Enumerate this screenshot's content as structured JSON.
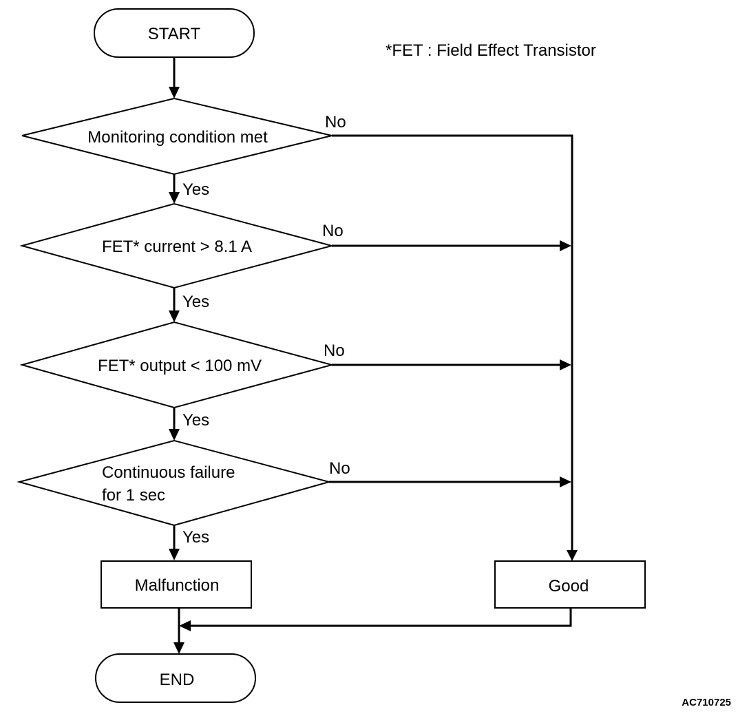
{
  "note": "*FET : Field Effect Transistor",
  "figure_id": "AC710725",
  "nodes": {
    "start": "START",
    "decision_1": "Monitoring condition met",
    "decision_2": "FET* current > 8.1 A",
    "decision_3": "FET* output < 100 mV",
    "decision_4_line_1": "Continuous failure",
    "decision_4_line_2": "for 1 sec",
    "malfunction": "Malfunction",
    "good": "Good",
    "end": "END"
  },
  "branches": {
    "yes": "Yes",
    "no": "No"
  },
  "colors": {
    "stroke": "#000000",
    "background": "#ffffff"
  }
}
